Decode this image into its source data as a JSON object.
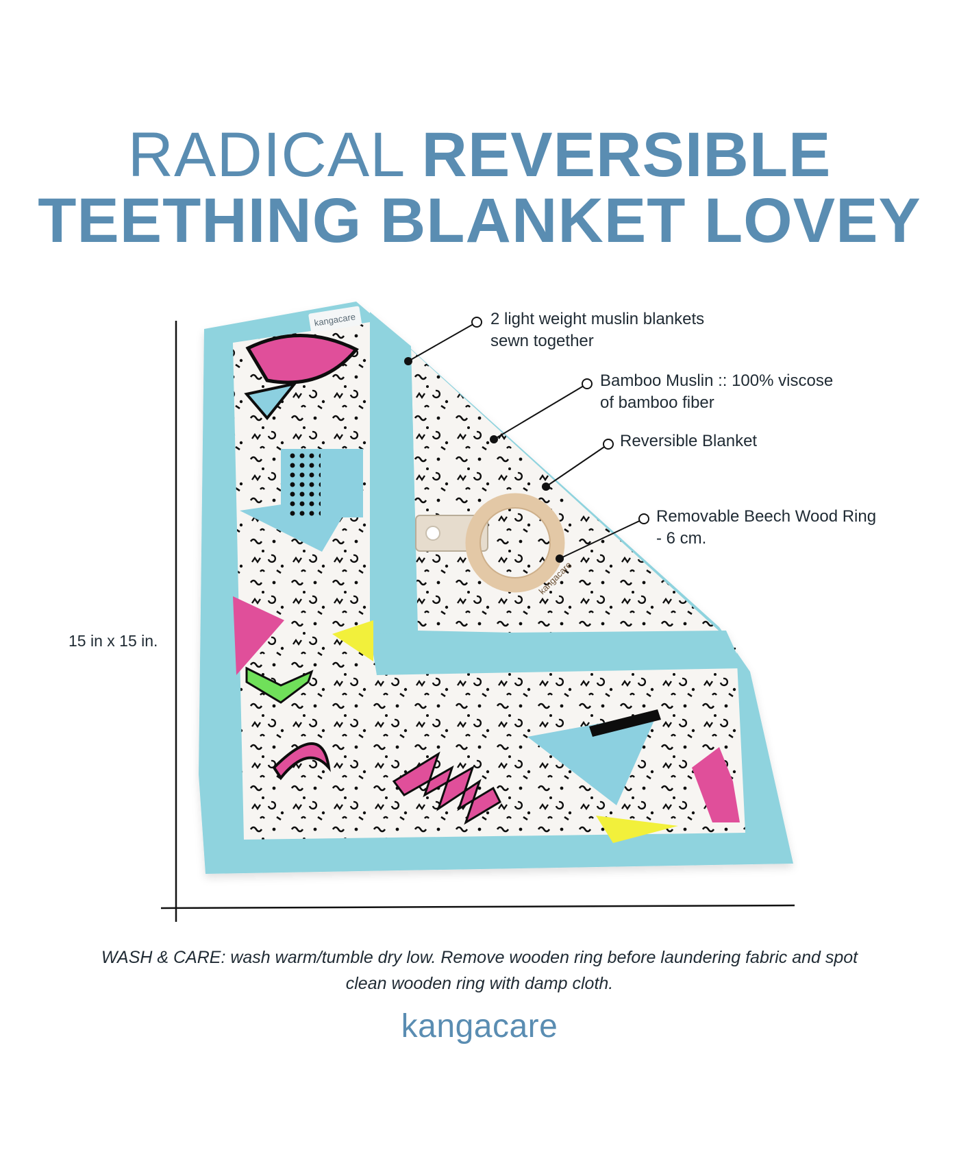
{
  "title": {
    "thin": "RADICAL",
    "bold": "REVERSIBLE",
    "line2": "TEETHING BLANKET LOVEY"
  },
  "callouts": [
    {
      "text": "2 light weight muslin blankets\nsewn together"
    },
    {
      "text": "Bamboo Muslin :: 100% viscose\nof bamboo fiber"
    },
    {
      "text": "Reversible Blanket"
    },
    {
      "text": "Removable Beech Wood Ring\n- 6 cm."
    }
  ],
  "dimension": "15 in x 15 in.",
  "tag_brand": "kangacare",
  "ring_brand": "kangacare",
  "care": "WASH & CARE: wash warm/tumble dry low. Remove wooden ring before laundering fabric and spot clean wooden ring with damp cloth.",
  "brand": "kangacare",
  "colors": {
    "title": "#5a8db2",
    "border": "#8fd3de",
    "pink": "#e0509a",
    "lightblue": "#8cd0e0",
    "yellow": "#f2f03a",
    "green": "#6fe05a",
    "wood": "#e3c8a6"
  }
}
